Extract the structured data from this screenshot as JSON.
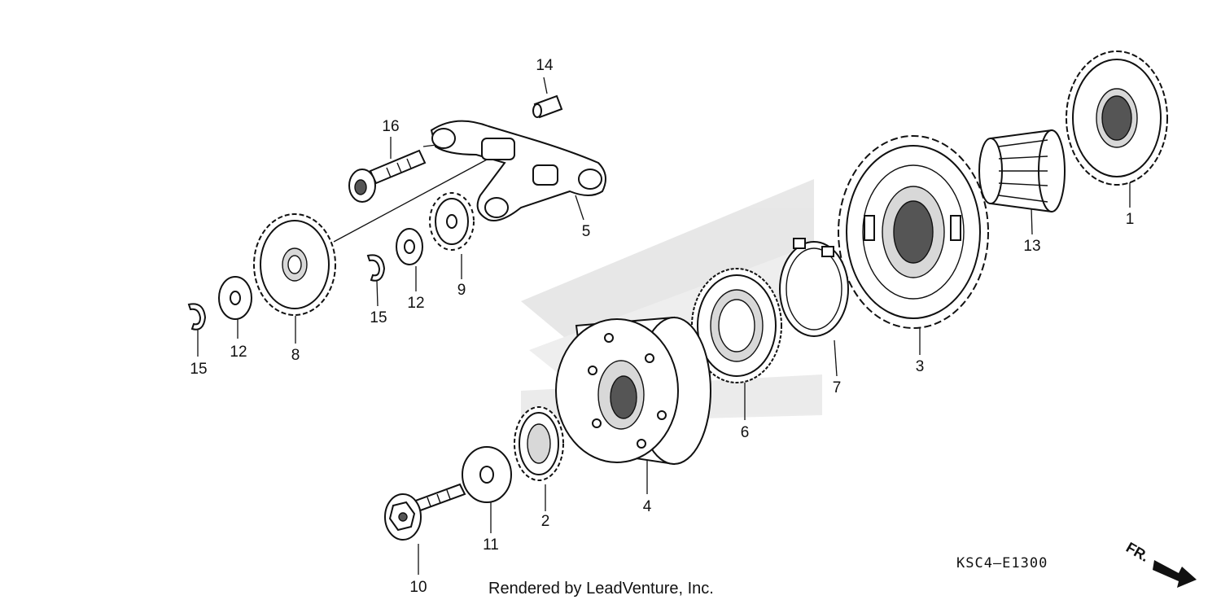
{
  "diagram": {
    "catalog_code": "KSC4—E1300",
    "credit": "Rendered by LeadVenture, Inc.",
    "front_indicator": "FR.",
    "callouts": [
      {
        "id": "callout-1",
        "text": "1"
      },
      {
        "id": "callout-2",
        "text": "2"
      },
      {
        "id": "callout-3",
        "text": "3"
      },
      {
        "id": "callout-4",
        "text": "4"
      },
      {
        "id": "callout-5",
        "text": "5"
      },
      {
        "id": "callout-6",
        "text": "6"
      },
      {
        "id": "callout-7",
        "text": "7"
      },
      {
        "id": "callout-8",
        "text": "8"
      },
      {
        "id": "callout-9",
        "text": "9"
      },
      {
        "id": "callout-10",
        "text": "10"
      },
      {
        "id": "callout-11",
        "text": "11"
      },
      {
        "id": "callout-12a",
        "text": "12"
      },
      {
        "id": "callout-12b",
        "text": "12"
      },
      {
        "id": "callout-13",
        "text": "13"
      },
      {
        "id": "callout-14",
        "text": "14"
      },
      {
        "id": "callout-15a",
        "text": "15"
      },
      {
        "id": "callout-15b",
        "text": "15"
      },
      {
        "id": "callout-16",
        "text": "16"
      }
    ]
  }
}
